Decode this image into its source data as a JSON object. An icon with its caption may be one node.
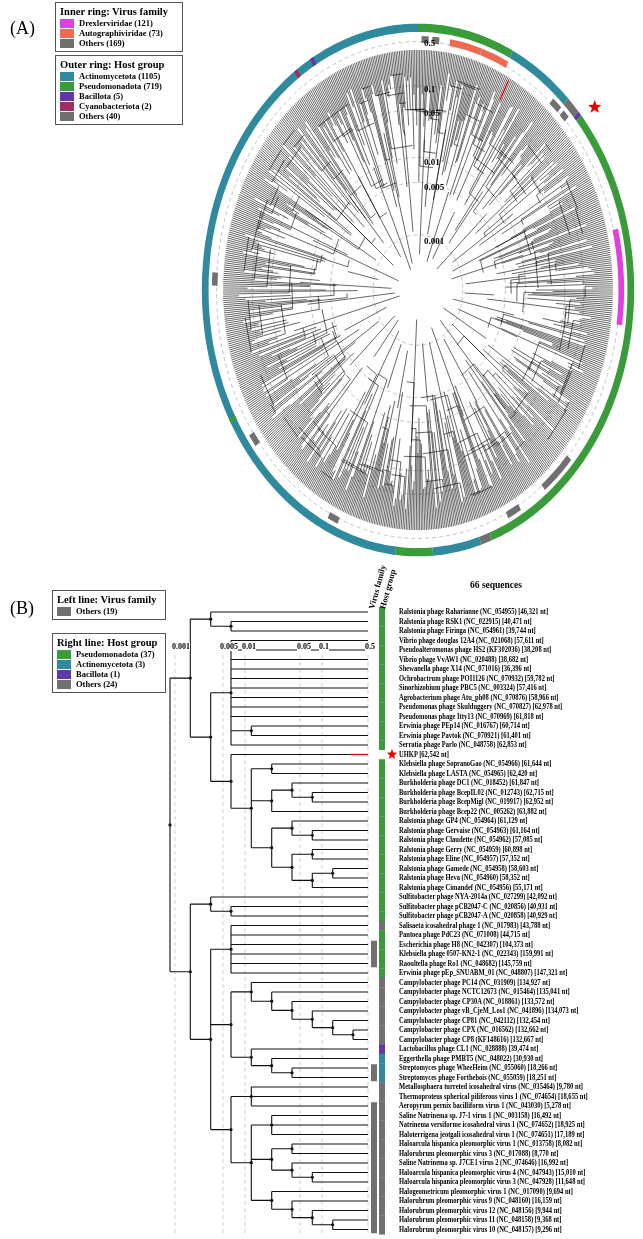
{
  "diagram": {
    "labels": [
      "(A)",
      "Inner ring: Virus family",
      "Outer ring: Host group",
      "0.5",
      "0.1",
      "0.05",
      "0.01",
      "0.005",
      "0.001",
      "(B)",
      "Left line: Virus family",
      "Right line: Host group",
      "0.001",
      "0.005",
      "0.01",
      "0.05",
      "0.1",
      "0.5",
      "Virus family",
      "Host group",
      "66 sequences",
      "Ralstonia phage Raharianne (NC_054955) [46,321 nt]",
      "Ralstonia phage RSK1 (NC_022915) [40,471 nt]",
      "Ralstonia phage Firinga (NC_054961) [39,744 nt]",
      "Vibrio phage douglas 12A4 (NC_021068) [57,611 nt]",
      "Pseudoalteromonas phage HS2 (KF302036) [38,208 nt]",
      "Vibrio phage VvAW1 (NC_020488) [38,682 nt]",
      "Shewanella phage X14 (NC_071016) [36,396 nt]",
      "Ochrobactrum phage POI1126 (NC_070932) [59,782 nt]",
      "Sinorhizobium phage PBC5 (NC_003324) [57,416 nt]",
      "Agrobacterium phage Atu_ph08 (NC_070876) [58,966 nt]",
      "Pseudomonas phage Skulduggery (NC_070827) [62,978 nt]",
      "Pseudomonas phage Itty13 (NC_070969) [61,818 nt]",
      "Erwinia phage PEp14 (NC_016767) [60,714 nt]",
      "Erwinia phage Pavtok (NC_070921) [61,401 nt]",
      "Serratia phage Parlo (NC_048758) [62,853 nt]",
      "UHKP [62,542 nt]",
      "Klebsiella phage SopranoGao (NC_054966) [61,644 nt]",
      "Klebsiella phage LASTA (NC_054965) [62,420 nt]",
      "Burkholderia phage DC1 (NC_018452) [61,847 nt]",
      "Burkholderia phage BcepIL02 (NC_012743) [62,715 nt]",
      "Burkholderia phage BcepMigl (NC_019917) [62,952 nt]",
      "Burkholderia phage Bcep22 (NC_005262) [63,882 nt]",
      "Ralstonia phage GP4 (NC_054964) [61,129 nt]",
      "Ralstonia phage Gervaise (NC_054963) [61,164 nt]",
      "Ralstonia phage Claudette (NC_054962) [57,085 nt]",
      "Ralstonia phage Gerry (NC_054959) [60,898 nt]",
      "Ralstonia phage Eline (NC_054957) [57,352 nt]",
      "Ralstonia phage Gamede (NC_054958) [58,603 nt]",
      "Ralstonia phage Heva (NC_054960) [58,352 nt]",
      "Ralstonia phage Cimandef (NC_054956) [55,171 nt]",
      "Sulfitobacter phage NYA-2014a (NC_027299) [42,092 nt]",
      "Sulfitobacter phage pCB2047-C (NC_020856) [40,931 nt]",
      "Sulfitobacter phage pCB2047-A (NC_020858) [40,929 nt]",
      "Salisaeta icosahedral phage 1 (NC_017983) [43,788 nt]",
      "Pantoea phage PdC23 (NC_071008) [44,715 nt]",
      "Escherichia phage H8 (NC_042307) [104,373 nt]",
      "Klebsiella phage 0507-KN2-1 (NC_022343) [159,991 nt]",
      "Raoultella phage Ro1 (NC_048682) [145,759 nt]",
      "Erwinia phage pEp_SNUABM_01 (NC_048807) [147,321 nt]",
      "Campylobacter phage PC14 (NC_031909) [134,927 nt]",
      "Campylobacter phage NCTC12673 (NC_015464) [135,041 nt]",
      "Campylobacter phage CP30A (NC_018861) [133,572 nt]",
      "Campylobacter phage vB_CjeM_Los1 (NC_041896) [134,073 nt]",
      "Campylobacter phage CP81 (NC_042112) [132,454 nt]",
      "Campylobacter phage CPX (NC_016562) [132,662 nt]",
      "Campylobacter phage CP8 (KF148616) [132,667 nt]",
      "Lactobacillus phage CL1 (NC_028888) [39,474 nt]",
      "Eggerthella phage PMBT5 (NC_048022) [30,930 nt]",
      "Streptomyces phage WheeHeim (NC_055060) [18,266 nt]",
      "Streptomyces phage Forthebois (NC_055059) [18,251 nt]",
      "Metallosphaera turreted icosahedral virus (NC_035464) [9,780 nt]",
      "Thermoproteus spherical piliferous virus 1 (NC_074654) [18,655 nt]",
      "Aeropyrum pernix bacilliform virus 1 (NC_043030) [5,278 nt]",
      "Saline Natrinema sp. J7-1 virus 1 (NC_003158) [16,492 nt]",
      "Natrinema versiforme icosahedral virus 1 (NC_074652) [18,925 nt]",
      "Haloterrigena jeotgali icosahedral virus 1 (NC_074651) [17,189 nt]",
      "Haloarcula hispanica pleomorphic virus 1 (NC_013758) [8,082 nt]",
      "Halorubrum pleomorphic virus 3 (NC_017088) [8,770 nt]",
      "Saline Natrinema sp. J7CE1 virus 2 (NC_074646) [16,992 nt]",
      "Haloarcula hispanica pleomorphic virus 4 (NC_047943) [15,010 nt]",
      "Haloarcula hispanica pleomorphic virus 3 (NC_047928) [11,648 nt]",
      "Halogeometricum pleomorphic virus 1 (NC_017090) [9,694 nt]",
      "Halorubrum pleomorphic virus 9 (NC_048160) [16,159 nt]",
      "Halorubrum pleomorphic virus 12 (NC_048156) [9,944 nt]",
      "Halorubrum pleomorphic virus 11 (NC_048158) [9,368 nt]",
      "Halorubrum pleomorphic virus 10 (NC_048157) [9,296 nt]"
    ],
    "legend": [
      {
        "text": "Drexlerviridae (121)",
        "color": "#e040e0"
      },
      {
        "text": "Autographiviridae (73)",
        "color": "#ee6a50"
      },
      {
        "text": "Others (169)",
        "color": "#707070"
      },
      {
        "text": "Actinomycetota (1105)",
        "color": "#2e8a9c"
      },
      {
        "text": "Pseudomonadota (719)",
        "color": "#3a9b3a"
      },
      {
        "text": "Bacillota (5)",
        "color": "#6238a8"
      },
      {
        "text": "Cyanobacteriota (2)",
        "color": "#9e3060"
      },
      {
        "text": "Others (40)",
        "color": "#707070"
      },
      {
        "text": "Others (19)",
        "color": "#707070"
      },
      {
        "text": "Pseudomonadota (37)",
        "color": "#3a9b3a"
      },
      {
        "text": "Actinomycetota (3)",
        "color": "#2e8a9c"
      },
      {
        "text": "Bacillota (1)",
        "color": "#6238a8"
      },
      {
        "text": "Others (24)",
        "color": "#707070"
      }
    ]
  }
}
